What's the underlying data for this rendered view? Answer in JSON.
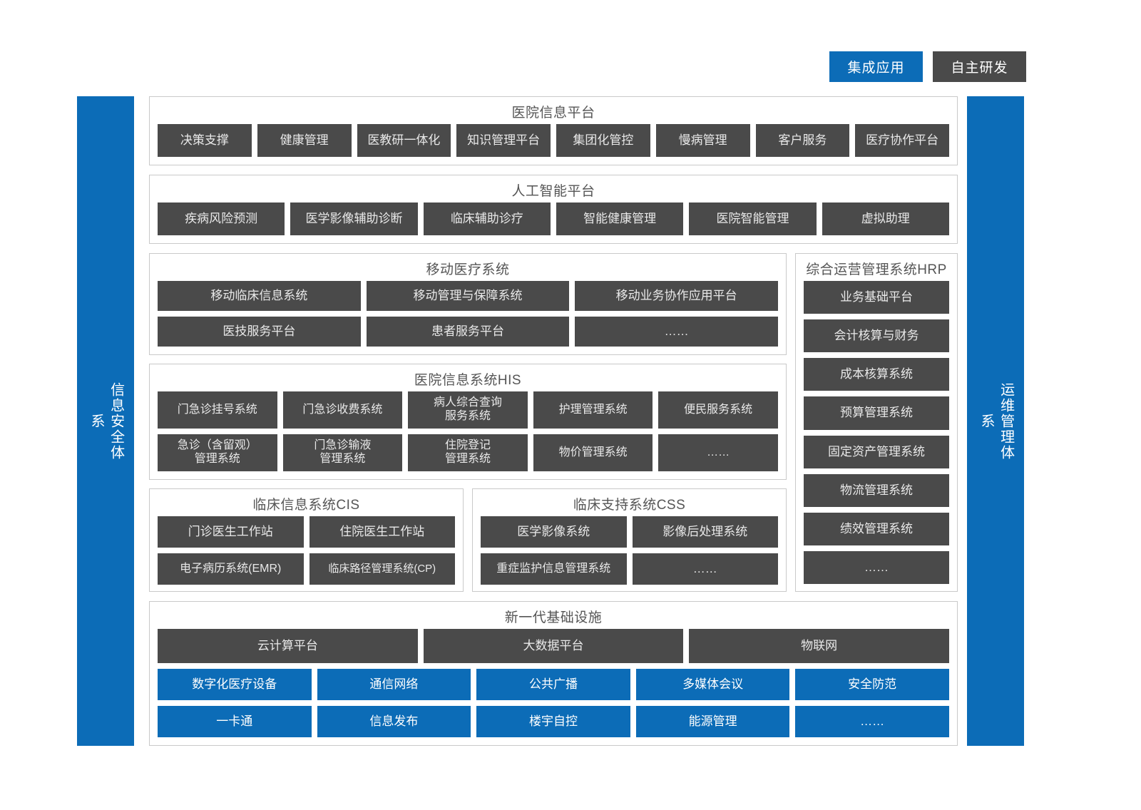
{
  "legend": {
    "integrated_label": "集成应用",
    "inhouse_label": "自主研发"
  },
  "colors": {
    "blue": "#0c6cb7",
    "dark_gray": "#4a4a4a",
    "panel_border": "#c9c9c9",
    "title_text": "#555555"
  },
  "rails": {
    "left": {
      "label": "信息安全体系"
    },
    "right": {
      "label": "运维管理体系"
    }
  },
  "sections": {
    "hospital_info_platform": {
      "title": "医院信息平台",
      "items": [
        "决策支撑",
        "健康管理",
        "医教研一体化",
        "知识管理平台",
        "集团化管控",
        "慢病管理",
        "客户服务",
        "医疗协作平台"
      ]
    },
    "ai_platform": {
      "title": "人工智能平台",
      "items": [
        "疾病风险预测",
        "医学影像辅助诊断",
        "临床辅助诊疗",
        "智能健康管理",
        "医院智能管理",
        "虚拟助理"
      ]
    },
    "mobile_medical": {
      "title": "移动医疗系统",
      "row1": [
        "移动临床信息系统",
        "移动管理与保障系统",
        "移动业务协作应用平台"
      ],
      "row2": [
        "医技服务平台",
        "患者服务平台",
        "……"
      ]
    },
    "his": {
      "title": "医院信息系统HIS",
      "row1": [
        "门急诊挂号系统",
        "门急诊收费系统",
        "病人综合查询\n服务系统",
        "护理管理系统",
        "便民服务系统"
      ],
      "row2": [
        "急诊（含留观）\n管理系统",
        "门急诊输液\n管理系统",
        "住院登记\n管理系统",
        "物价管理系统",
        "……"
      ]
    },
    "cis": {
      "title": "临床信息系统CIS",
      "row1": [
        "门诊医生工作站",
        "住院医生工作站"
      ],
      "row2": [
        "电子病历系统(EMR)",
        "临床路径管理系统(CP)"
      ]
    },
    "css": {
      "title": "临床支持系统CSS",
      "row1": [
        "医学影像系统",
        "影像后处理系统"
      ],
      "row2": [
        "重症监护信息管理系统",
        "……"
      ]
    },
    "hrp": {
      "title": "综合运营管理系统HRP",
      "items": [
        "业务基础平台",
        "会计核算与财务",
        "成本核算系统",
        "预算管理系统",
        "固定资产管理系统",
        "物流管理系统",
        "绩效管理系统",
        "……"
      ]
    },
    "infrastructure": {
      "title": "新一代基础设施",
      "row1": [
        "云计算平台",
        "大数据平台",
        "物联网"
      ],
      "row2": [
        "数字化医疗设备",
        "通信网络",
        "公共广播",
        "多媒体会议",
        "安全防范"
      ],
      "row3": [
        "一卡通",
        "信息发布",
        "楼宇自控",
        "能源管理",
        "……"
      ]
    }
  }
}
